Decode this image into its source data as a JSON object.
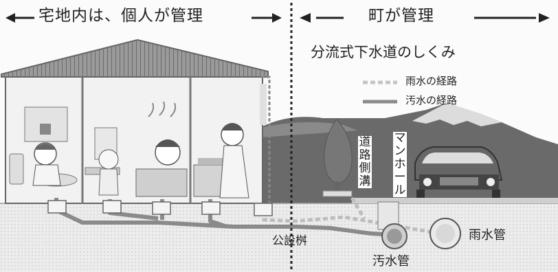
{
  "header": {
    "left_label": "宅地内は、個人が管理",
    "right_label": "町が管理"
  },
  "title": "分流式下水道のしくみ",
  "legend": {
    "rain_path": "雨水の経路",
    "waste_path": "汚水の経路"
  },
  "labels": {
    "road_gutter": "道路側溝",
    "manhole": "マンホール",
    "public_basin": "公設桝",
    "rain_pipe": "雨水管",
    "sewage_pipe": "汚水管"
  }
}
